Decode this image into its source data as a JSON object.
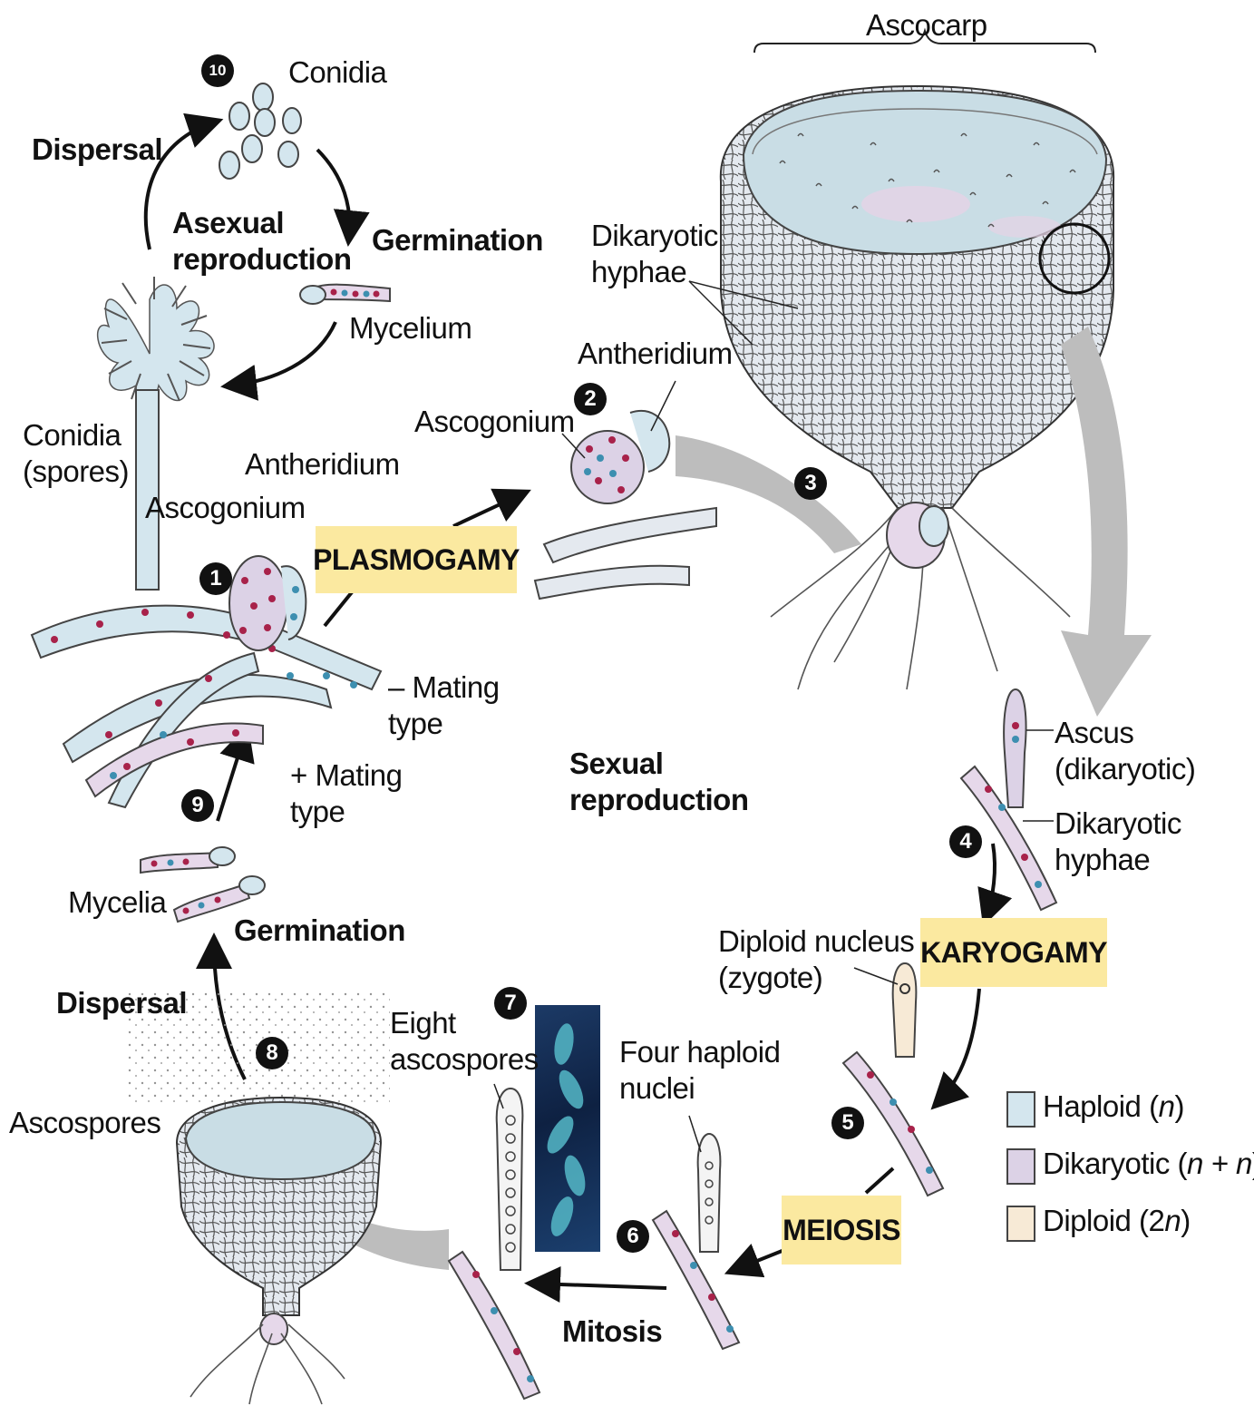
{
  "labels": {
    "ascocarp": "Ascocarp",
    "conidia_top": "Conidia",
    "dispersal_top": "Dispersal",
    "asexual_line1": "Asexual",
    "asexual_line2": "reproduction",
    "germination_top": "Germination",
    "mycelium": "Mycelium",
    "conidia_spores_line1": "Conidia",
    "conidia_spores_line2": "(spores)",
    "dikaryotic_hyphae_top_line1": "Dikaryotic",
    "dikaryotic_hyphae_top_line2": "hyphae",
    "antheridium_center": "Antheridium",
    "ascogonium_center": "Ascogonium",
    "antheridium_left": "Antheridium",
    "ascogonium_left": "Ascogonium",
    "minus_mating_line1": "– Mating",
    "minus_mating_line2": "type",
    "plus_mating_line1": "+ Mating",
    "plus_mating_line2": "type",
    "sexual_line1": "Sexual",
    "sexual_line2": "reproduction",
    "ascus_line1": "Ascus",
    "ascus_line2": "(dikaryotic)",
    "dikaryotic_hyphae_right_line1": "Dikaryotic",
    "dikaryotic_hyphae_right_line2": "hyphae",
    "mycelia": "Mycelia",
    "germination_bottom": "Germination",
    "diploid_line1": "Diploid nucleus",
    "diploid_line2": "(zygote)",
    "dispersal_bottom": "Dispersal",
    "eight_line1": "Eight",
    "eight_line2": "ascospores",
    "four_line1": "Four haploid",
    "four_line2": "nuclei",
    "ascospores": "Ascospores",
    "mitosis": "Mitosis"
  },
  "process_boxes": {
    "plasmogamy": "PLASMOGAMY",
    "karyogamy": "KARYOGAMY",
    "meiosis": "MEIOSIS"
  },
  "steps": [
    "1",
    "2",
    "3",
    "4",
    "5",
    "6",
    "7",
    "8",
    "9",
    "10"
  ],
  "legend": [
    {
      "text_pre": "Haploid (",
      "italic": "n",
      "text_post": ")",
      "color": "#d4e6ee"
    },
    {
      "text_pre": "Dikaryotic (",
      "italic": "n + n",
      "text_post": ")",
      "color": "#dcd2e6"
    },
    {
      "text_pre": "Diploid (2",
      "italic": "n",
      "text_post": ")",
      "color": "#f7ead6"
    }
  ],
  "colors": {
    "haploid": "#d4e6ee",
    "dikaryotic": "#e6d8ea",
    "diploid": "#f7ead6",
    "box": "#fbe9a0",
    "nucleus_red": "#a8224a",
    "nucleus_blue": "#3d8fb0",
    "flow_arrow": "#bdbdbd"
  }
}
